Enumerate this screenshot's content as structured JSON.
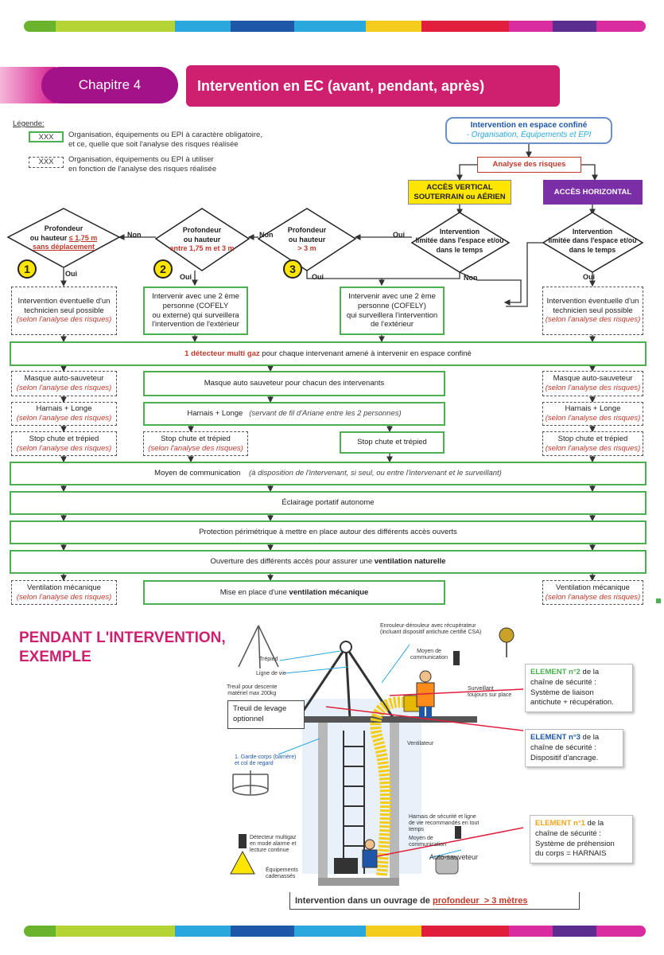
{
  "header": {
    "chapter": "Chapitre 4",
    "title": "Intervention en EC (avant, pendant, après)"
  },
  "legend": {
    "title": "Légende:",
    "solid_code": "XXX",
    "solid_text_1": "Organisation, équipements ou EPI à caractère obligatoire,",
    "solid_text_2": "et ce, quelle que soit l'analyse des risques réalisée",
    "dashed_code": "XXX",
    "dashed_text_1": "Organisation, équipements ou EPI à utiliser",
    "dashed_text_2": "en fonction de l'analyse des risques réalisée"
  },
  "flow": {
    "top_title": "Intervention en espace confiné",
    "top_subtitle": "- Organisation, Équipements et EPI",
    "analyse": "Analyse des risques",
    "vertical_1": "ACCÈS VERTICAL",
    "vertical_2": "SOUTERRAIN ou AÉRIEN",
    "horizontal": "ACCÈS HORIZONTAL",
    "inter_v_1": "Intervention",
    "inter_v_2": "limitée dans l'espace et/ou",
    "inter_v_3": "dans le temps",
    "inter_h_1": "Intervention",
    "inter_h_2": "limitée dans l'espace et/ou",
    "inter_h_3": "dans le temps",
    "d1_1": "Profondeur",
    "d1_2": "ou hauteur",
    "d1_3": "≤ 1,75 m",
    "d1_4": "sans déplacement",
    "d2_1": "Profondeur",
    "d2_2": "ou hauteur",
    "d2_3": "entre 1,75 m et 3 m",
    "d3_1": "Profondeur",
    "d3_2": "ou hauteur",
    "d3_3": "> 3 m",
    "oui": "Oui",
    "non": "Non",
    "n1": "1",
    "n2": "2",
    "n3": "3",
    "r1_a": "Intervention éventuelle d'un",
    "r1_b": "technicien seul possible",
    "r1_c": "(selon l'analyse des risques)",
    "r2_a": "Intervenir avec une 2 ème",
    "r2_b": "personne (COFELY",
    "r2_c": "ou externe) qui surveillera",
    "r2_d": "l'intervention de l'extérieur",
    "r3_a": "Intervenir avec une 2 ème",
    "r3_b": "personne (COFELY)",
    "r3_c": "qui surveillera l'intervention",
    "r3_d": "de l'extérieur",
    "r4_a": "Intervention éventuelle d'un",
    "r4_b": "technicien seul possible",
    "r4_c": "(selon l'analyse des risques)",
    "detector_bold": "1 détecteur multi gaz",
    "detector_rest": " pour chaque intervenant amené à intervenir en espace confiné",
    "masque": "Masque auto-sauveteur",
    "selon": "(selon l'analyse des risques)",
    "masque_all": "Masque auto sauveteur pour chacun des intervenants",
    "harnais": "Harnais + Longe",
    "harnais_all": "Harnais + Longe",
    "harnais_all_note": "(servant de fil d'Ariane entre les 2 personnes)",
    "stop": "Stop chute et trépied",
    "moyen": "Moyen de communication",
    "moyen_note": "(à disposition de l'intervenant, si seul, ou entre l'intervenant et le surveillant)",
    "eclairage": "Éclairage portatif autonome",
    "protection": "Protection périmétrique à mettre en place autour des différents accès ouverts",
    "ouverture": "Ouverture des différents accès pour assurer une ",
    "ouverture_bold": "ventilation naturelle",
    "ventil_meca": "Ventilation mécanique",
    "mise_en_place": "Mise en place d'une ",
    "mise_en_place_bold": "ventilation mécanique"
  },
  "example": {
    "title_1": "PENDANT L'INTERVENTION,",
    "title_2": "EXEMPLE",
    "enrouleur_1": "Enrouleur-dérouleur avec récupérateur",
    "enrouleur_2": "(incluant dispositif antichute certifié CSA)",
    "moyen_1": "Moyen de",
    "moyen_2": "communication",
    "trepied": "Trépied",
    "ligne": "Ligne de vie",
    "treuil_1": "Treuil pour descente",
    "treuil_2": "matériel max 200kg",
    "surveillant_1": "Surveillant",
    "surveillant_2": "toujours sur place",
    "treuil_levage_1": "Treuil de levage",
    "treuil_levage_2": "optionnel",
    "ventilateur": "Ventilateur",
    "garde_1": "1. Garde-corps (barrière)",
    "garde_2": "et col de regard",
    "harnais_1": "Harnais de sécurité et ligne",
    "harnais_2": "de vie recommandés en tout",
    "harnais_3": "temps",
    "moyen2_1": "Moyen de",
    "moyen2_2": "communication",
    "auto": "Auto-sauveteur",
    "detecteur_1": "Détecteur multigaz",
    "detecteur_2": "en mode alarme et",
    "detecteur_3": "lecture continue",
    "equip_1": "Équipements",
    "equip_2": "cadenassés",
    "e2_t": "ELEMENT n°2",
    "e2_a": " de la",
    "e2_b": "chaîne de sécurité :",
    "e2_c": "Système de liaison",
    "e2_d": "antichute + récupération.",
    "e3_t": "ELEMENT n°3",
    "e3_a": " de la",
    "e3_b": "chaîne de sécurité :",
    "e3_c": "Dispositif d'ancrage.",
    "e1_t": "ELEMENT n°1",
    "e1_a": " de la",
    "e1_b": "chaîne de sécurité :",
    "e1_c": "Système de préhension",
    "e1_d": "du corps = HARNAIS",
    "caption": "Intervention dans un ouvrage de ",
    "caption_red": "profondeur  > 3 mètres"
  },
  "colors": {
    "green": "#4caf50",
    "magenta": "#cf1f6f",
    "purple": "#7b2fa6",
    "yellow": "#ffe600",
    "red": "#c0392b"
  }
}
